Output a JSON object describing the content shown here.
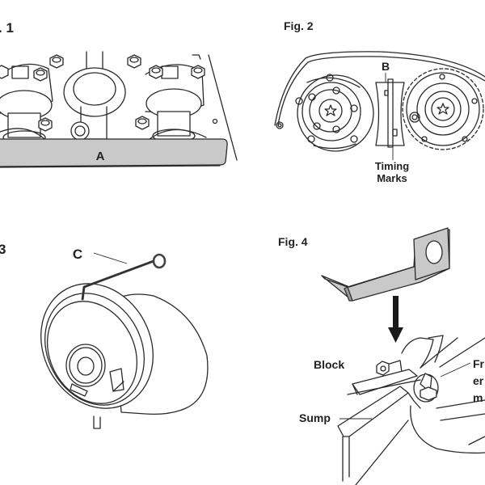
{
  "figures": [
    {
      "id": "fig1",
      "title": ". 1",
      "callouts": [
        {
          "label": "A",
          "part": "camshaft-locking-bar"
        }
      ]
    },
    {
      "id": "fig2",
      "title": "Fig. 2",
      "callouts": [
        {
          "label": "B",
          "part": "sprocket-locking-tool"
        },
        {
          "label": "Timing",
          "label2": "Marks",
          "part": "timing-marks"
        }
      ]
    },
    {
      "id": "fig3",
      "title": "3",
      "callouts": [
        {
          "label": "C",
          "part": "tensioner-pin"
        }
      ]
    },
    {
      "id": "fig4",
      "title": "Fig. 4",
      "callouts": [
        {
          "label": "Block",
          "part": "engine-block"
        },
        {
          "label": "Sump",
          "part": "sump"
        },
        {
          "label": "Fr",
          "label2": "er",
          "label3": "m",
          "part": "flywheel-end-mount"
        }
      ]
    }
  ],
  "colors": {
    "line": "#2a2a2a",
    "tool_fill": "#c9c9c9",
    "background": "#ffffff"
  }
}
